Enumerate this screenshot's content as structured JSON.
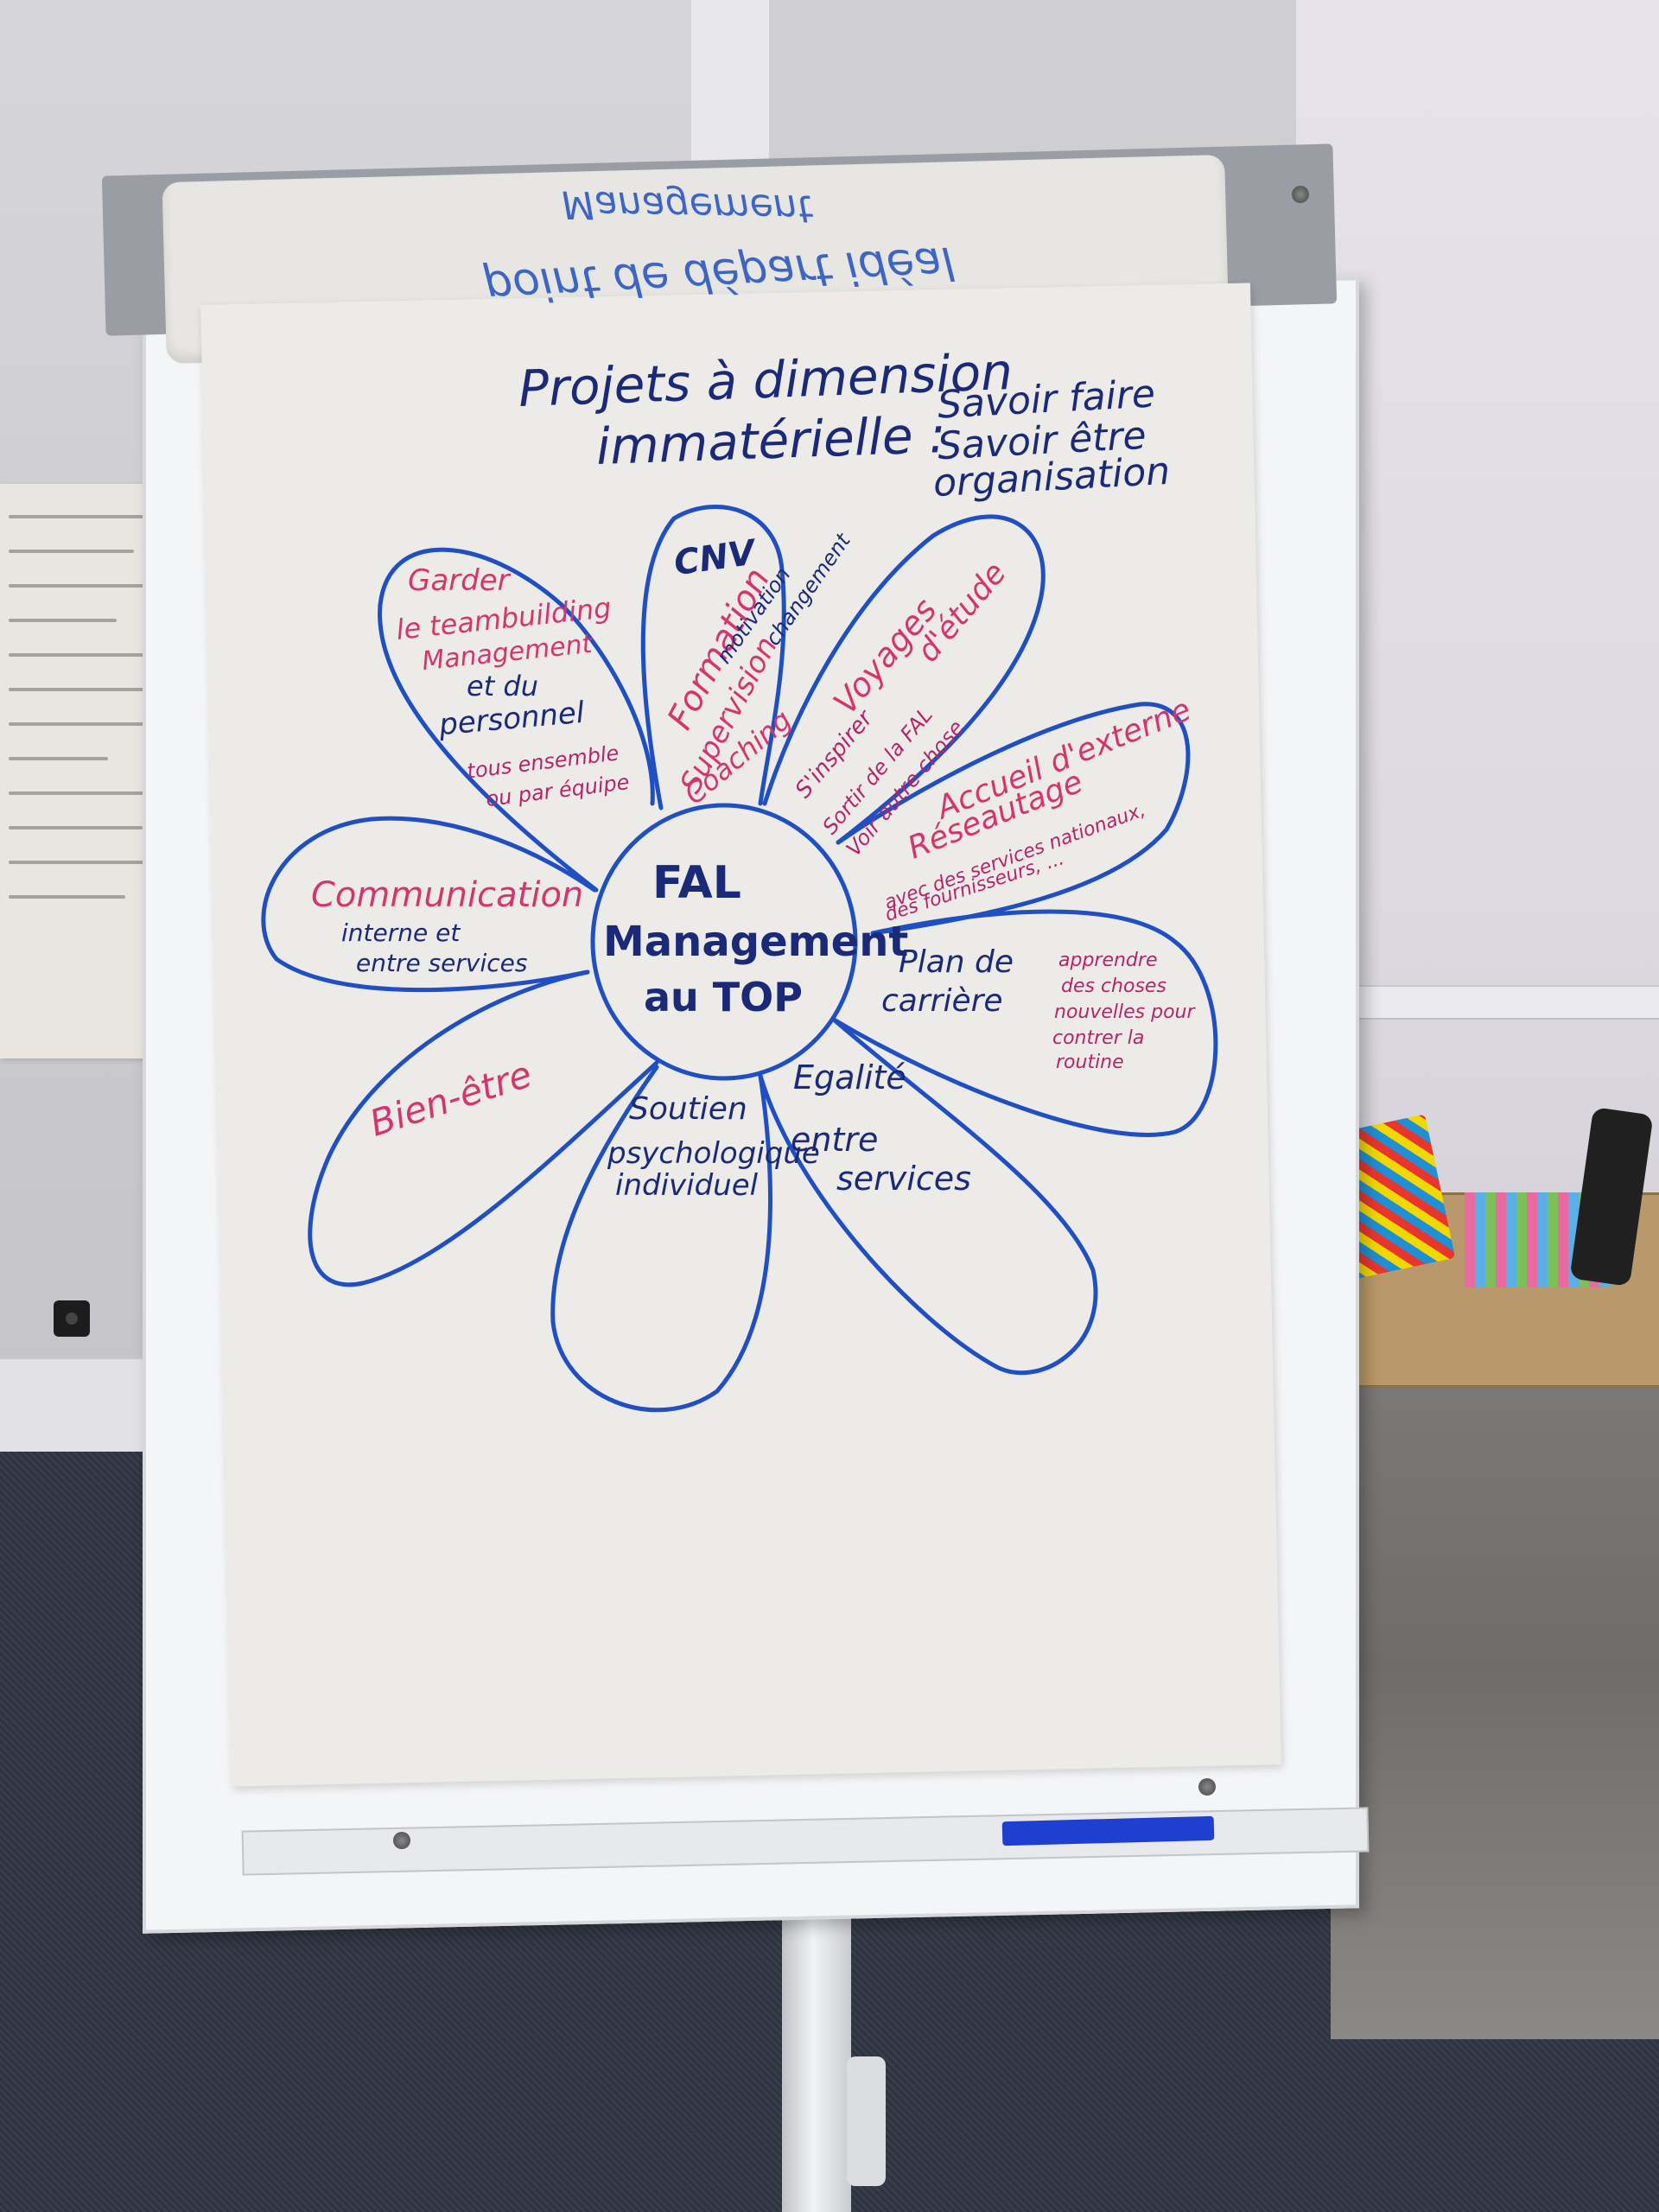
{
  "roll_text": {
    "line1": "Management",
    "line2": "point de départ idéal"
  },
  "title": {
    "line1": "Projets à dimension",
    "line2": "immatérielle :",
    "list": [
      "Savoir faire",
      "Savoir être",
      "organisation"
    ]
  },
  "center": {
    "line1": "FAL",
    "line2": "Management",
    "line3": "au TOP"
  },
  "petals": {
    "garder": {
      "lines": [
        "Garder",
        "le teambuilding",
        "Management"
      ],
      "sub": [
        "et du",
        "personnel"
      ],
      "note": [
        "tous ensemble",
        "ou par équipe"
      ]
    },
    "formation": {
      "cnv": "CNV",
      "main": "Formation",
      "extra": [
        "motivation",
        "changement"
      ],
      "sub": [
        "Supervision",
        "Coaching"
      ]
    },
    "voyages": {
      "main": [
        "Voyages",
        "d'étude"
      ],
      "note": [
        "S'inspirer",
        "Sortir de la FAL",
        "Voir autre chose"
      ]
    },
    "accueil": {
      "main": [
        "Accueil d'externe",
        "Réseautage"
      ],
      "note": [
        "avec des services nationaux,",
        "des fournisseurs, ..."
      ]
    },
    "carriere": {
      "main": [
        "Plan de",
        "carrière"
      ],
      "note": [
        "apprendre",
        "des choses",
        "nouvelles pour",
        "contrer la",
        "routine"
      ]
    },
    "egalite": {
      "main": [
        "Egalité",
        "entre",
        "services"
      ]
    },
    "soutien": {
      "main": [
        "Soutien",
        "psychologique",
        "individuel"
      ]
    },
    "bienetre": {
      "main": "Bien-être"
    },
    "communication": {
      "main": "Communication",
      "sub": [
        "interne et",
        "entre services"
      ]
    }
  },
  "colors": {
    "outline": "#1f4fc2",
    "pink_marker": "#d4356e",
    "navy_marker": "#1b2a78"
  }
}
